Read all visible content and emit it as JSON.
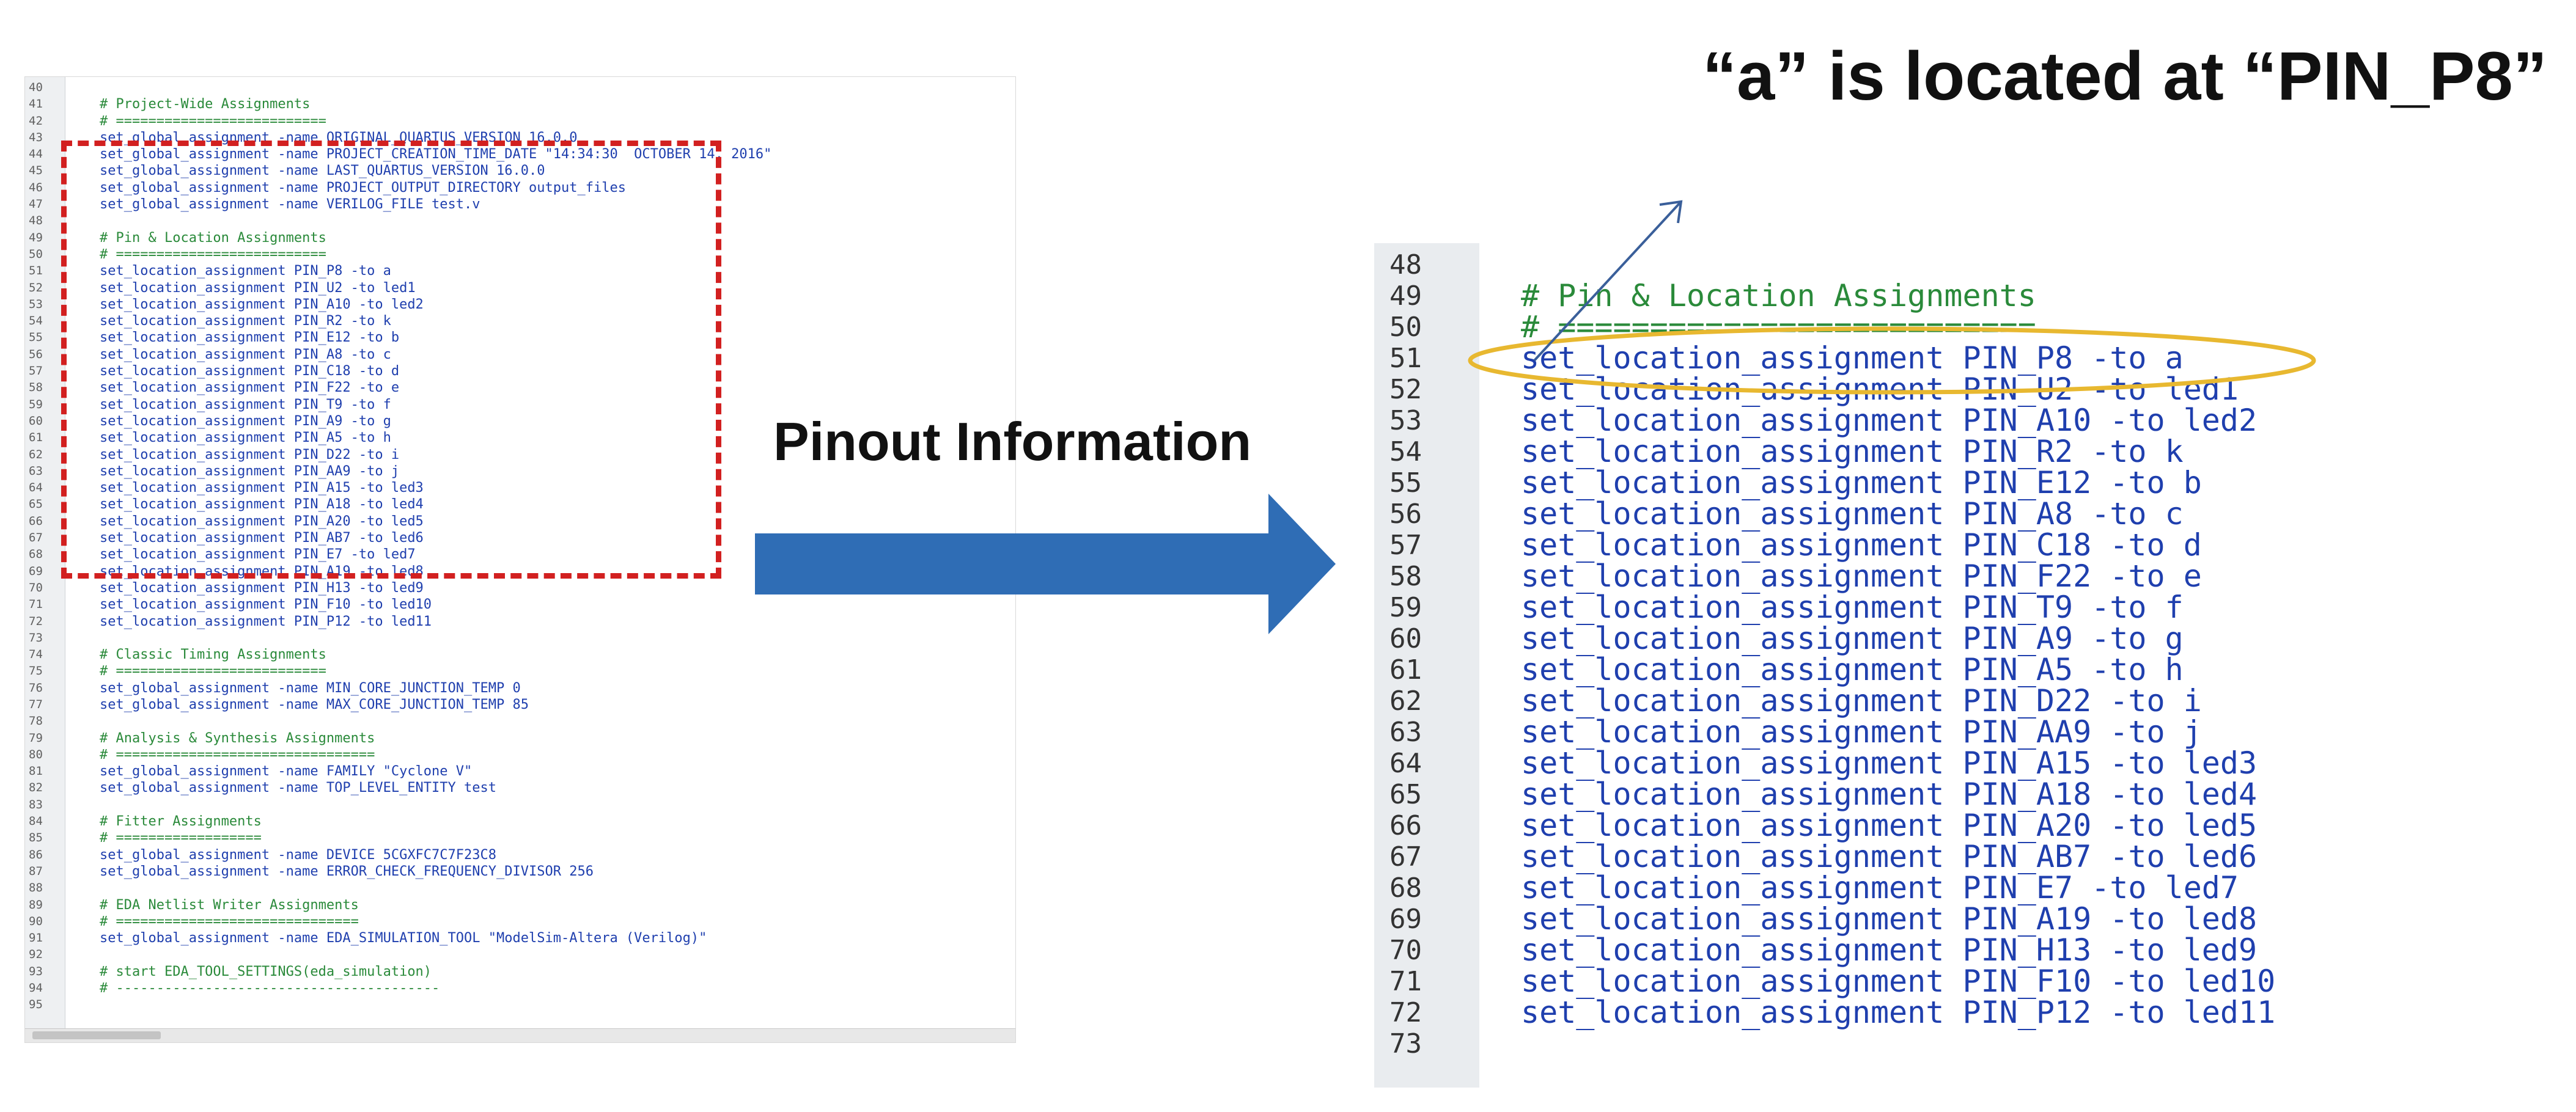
{
  "left_editor": {
    "lines": [
      {
        "num": "40",
        "text": ""
      },
      {
        "num": "41",
        "text": "# Project-Wide Assignments",
        "comment": true
      },
      {
        "num": "42",
        "text": "# ==========================",
        "comment": true
      },
      {
        "num": "43",
        "text": "set_global_assignment -name ORIGINAL_QUARTUS_VERSION 16.0.0"
      },
      {
        "num": "44",
        "text": "set_global_assignment -name PROJECT_CREATION_TIME_DATE \"14:34:30  OCTOBER 14, 2016\""
      },
      {
        "num": "45",
        "text": "set_global_assignment -name LAST_QUARTUS_VERSION 16.0.0"
      },
      {
        "num": "46",
        "text": "set_global_assignment -name PROJECT_OUTPUT_DIRECTORY output_files"
      },
      {
        "num": "47",
        "text": "set_global_assignment -name VERILOG_FILE test.v"
      },
      {
        "num": "48",
        "text": ""
      },
      {
        "num": "49",
        "text": "# Pin & Location Assignments",
        "comment": true
      },
      {
        "num": "50",
        "text": "# ==========================",
        "comment": true
      },
      {
        "num": "51",
        "text": "set_location_assignment PIN_P8 -to a"
      },
      {
        "num": "52",
        "text": "set_location_assignment PIN_U2 -to led1"
      },
      {
        "num": "53",
        "text": "set_location_assignment PIN_A10 -to led2"
      },
      {
        "num": "54",
        "text": "set_location_assignment PIN_R2 -to k"
      },
      {
        "num": "55",
        "text": "set_location_assignment PIN_E12 -to b"
      },
      {
        "num": "56",
        "text": "set_location_assignment PIN_A8 -to c"
      },
      {
        "num": "57",
        "text": "set_location_assignment PIN_C18 -to d"
      },
      {
        "num": "58",
        "text": "set_location_assignment PIN_F22 -to e"
      },
      {
        "num": "59",
        "text": "set_location_assignment PIN_T9 -to f"
      },
      {
        "num": "60",
        "text": "set_location_assignment PIN_A9 -to g"
      },
      {
        "num": "61",
        "text": "set_location_assignment PIN_A5 -to h"
      },
      {
        "num": "62",
        "text": "set_location_assignment PIN_D22 -to i"
      },
      {
        "num": "63",
        "text": "set_location_assignment PIN_AA9 -to j"
      },
      {
        "num": "64",
        "text": "set_location_assignment PIN_A15 -to led3"
      },
      {
        "num": "65",
        "text": "set_location_assignment PIN_A18 -to led4"
      },
      {
        "num": "66",
        "text": "set_location_assignment PIN_A20 -to led5"
      },
      {
        "num": "67",
        "text": "set_location_assignment PIN_AB7 -to led6"
      },
      {
        "num": "68",
        "text": "set_location_assignment PIN_E7 -to led7"
      },
      {
        "num": "69",
        "text": "set_location_assignment PIN_A19 -to led8"
      },
      {
        "num": "70",
        "text": "set_location_assignment PIN_H13 -to led9"
      },
      {
        "num": "71",
        "text": "set_location_assignment PIN_F10 -to led10"
      },
      {
        "num": "72",
        "text": "set_location_assignment PIN_P12 -to led11"
      },
      {
        "num": "73",
        "text": ""
      },
      {
        "num": "74",
        "text": "# Classic Timing Assignments",
        "comment": true
      },
      {
        "num": "75",
        "text": "# ==========================",
        "comment": true
      },
      {
        "num": "76",
        "text": "set_global_assignment -name MIN_CORE_JUNCTION_TEMP 0"
      },
      {
        "num": "77",
        "text": "set_global_assignment -name MAX_CORE_JUNCTION_TEMP 85"
      },
      {
        "num": "78",
        "text": ""
      },
      {
        "num": "79",
        "text": "# Analysis & Synthesis Assignments",
        "comment": true
      },
      {
        "num": "80",
        "text": "# ================================",
        "comment": true
      },
      {
        "num": "81",
        "text": "set_global_assignment -name FAMILY \"Cyclone V\""
      },
      {
        "num": "82",
        "text": "set_global_assignment -name TOP_LEVEL_ENTITY test"
      },
      {
        "num": "83",
        "text": ""
      },
      {
        "num": "84",
        "text": "# Fitter Assignments",
        "comment": true
      },
      {
        "num": "85",
        "text": "# ==================",
        "comment": true
      },
      {
        "num": "86",
        "text": "set_global_assignment -name DEVICE 5CGXFC7C7F23C8"
      },
      {
        "num": "87",
        "text": "set_global_assignment -name ERROR_CHECK_FREQUENCY_DIVISOR 256"
      },
      {
        "num": "88",
        "text": ""
      },
      {
        "num": "89",
        "text": "# EDA Netlist Writer Assignments",
        "comment": true
      },
      {
        "num": "90",
        "text": "# ==============================",
        "comment": true
      },
      {
        "num": "91",
        "text": "set_global_assignment -name EDA_SIMULATION_TOOL \"ModelSim-Altera (Verilog)\""
      },
      {
        "num": "92",
        "text": ""
      },
      {
        "num": "93",
        "text": "# start EDA_TOOL_SETTINGS(eda_simulation)",
        "comment": true
      },
      {
        "num": "94",
        "text": "# ----------------------------------------",
        "comment": true
      },
      {
        "num": "95",
        "text": ""
      }
    ]
  },
  "right_editor": {
    "lines": [
      {
        "num": "48",
        "text": ""
      },
      {
        "num": "49",
        "text": "# Pin & Location Assignments",
        "comment": true
      },
      {
        "num": "50",
        "text": "# ==========================",
        "comment": true
      },
      {
        "num": "51",
        "text": "set_location_assignment PIN_P8 -to a"
      },
      {
        "num": "52",
        "text": "set_location_assignment PIN_U2 -to led1"
      },
      {
        "num": "53",
        "text": "set_location_assignment PIN_A10 -to led2"
      },
      {
        "num": "54",
        "text": "set_location_assignment PIN_R2 -to k"
      },
      {
        "num": "55",
        "text": "set_location_assignment PIN_E12 -to b"
      },
      {
        "num": "56",
        "text": "set_location_assignment PIN_A8 -to c"
      },
      {
        "num": "57",
        "text": "set_location_assignment PIN_C18 -to d"
      },
      {
        "num": "58",
        "text": "set_location_assignment PIN_F22 -to e"
      },
      {
        "num": "59",
        "text": "set_location_assignment PIN_T9 -to f"
      },
      {
        "num": "60",
        "text": "set_location_assignment PIN_A9 -to g"
      },
      {
        "num": "61",
        "text": "set_location_assignment PIN_A5 -to h"
      },
      {
        "num": "62",
        "text": "set_location_assignment PIN_D22 -to i"
      },
      {
        "num": "63",
        "text": "set_location_assignment PIN_AA9 -to j"
      },
      {
        "num": "64",
        "text": "set_location_assignment PIN_A15 -to led3"
      },
      {
        "num": "65",
        "text": "set_location_assignment PIN_A18 -to led4"
      },
      {
        "num": "66",
        "text": "set_location_assignment PIN_A20 -to led5"
      },
      {
        "num": "67",
        "text": "set_location_assignment PIN_AB7 -to led6"
      },
      {
        "num": "68",
        "text": "set_location_assignment PIN_E7 -to led7"
      },
      {
        "num": "69",
        "text": "set_location_assignment PIN_A19 -to led8"
      },
      {
        "num": "70",
        "text": "set_location_assignment PIN_H13 -to led9"
      },
      {
        "num": "71",
        "text": "set_location_assignment PIN_F10 -to led10"
      },
      {
        "num": "72",
        "text": "set_location_assignment PIN_P12 -to led11"
      },
      {
        "num": "73",
        "text": ""
      }
    ]
  },
  "labels": {
    "pinout": "Pinout Information",
    "callout": "“a” is located at “PIN_P8”"
  },
  "colors": {
    "arrow": "#2f6db5",
    "dashed_box": "#d22020",
    "highlight": "#e8b830",
    "code": "#1f3fae",
    "comment": "#2a8a3a"
  }
}
